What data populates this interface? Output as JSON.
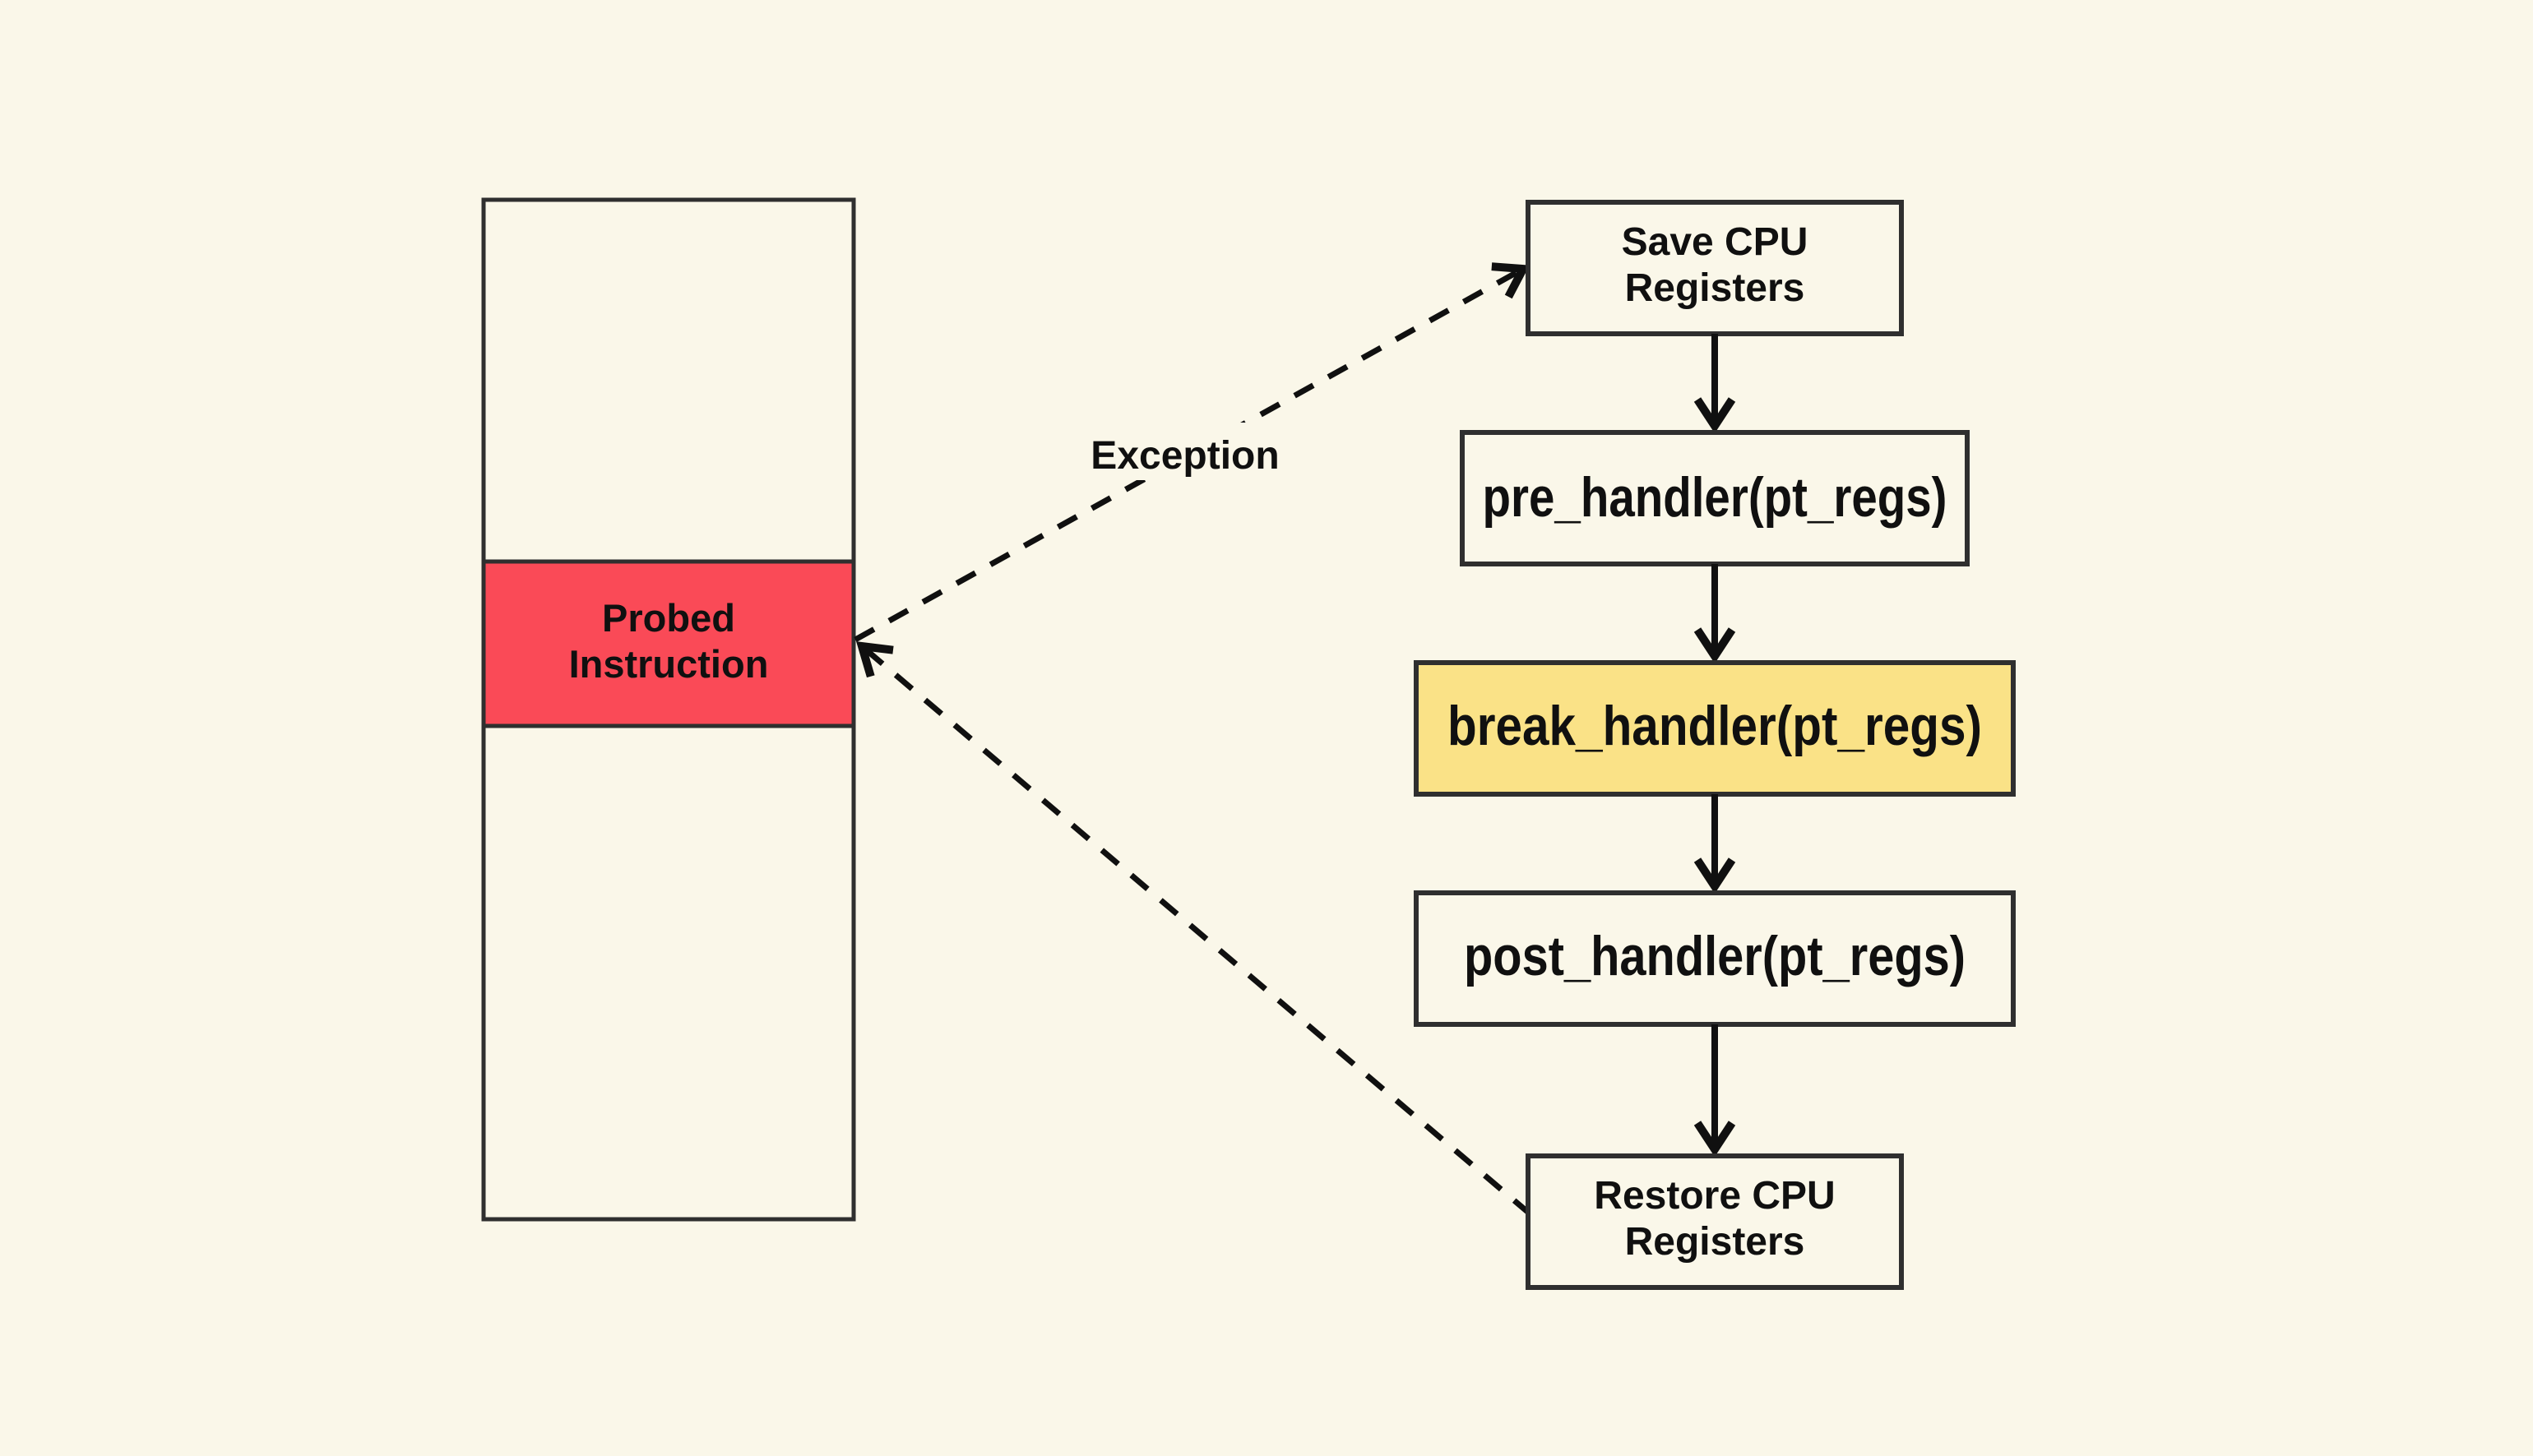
{
  "colors": {
    "background": "#faf7e9",
    "box_fill": "#faf7e9",
    "probed_red": "#fa4a57",
    "break_yellow": "#fae287",
    "border": "#2f2f2f",
    "ink": "#101010"
  },
  "memory_block": {
    "probed_instruction": {
      "line1": "Probed",
      "line2": "Instruction"
    }
  },
  "flow": {
    "save_cpu": {
      "line1": "Save CPU",
      "line2": "Registers"
    },
    "pre_handler": {
      "label": "pre_handler(pt_regs)"
    },
    "break_handler": {
      "label": "break_handler(pt_regs)"
    },
    "post_handler": {
      "label": "post_handler(pt_regs)"
    },
    "restore_cpu": {
      "line1": "Restore CPU",
      "line2": "Registers"
    }
  },
  "edges": {
    "exception_label": "Exception"
  }
}
